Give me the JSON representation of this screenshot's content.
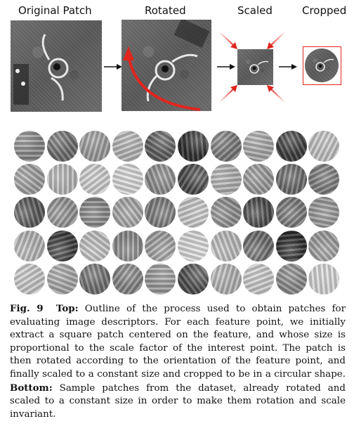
{
  "figure": {
    "stages": [
      {
        "label": "Original Patch"
      },
      {
        "label": "Rotated"
      },
      {
        "label": "Scaled"
      },
      {
        "label": "Cropped"
      }
    ],
    "accent_color": "#e0261e",
    "patch_grid": {
      "rows": 5,
      "cols": 10,
      "tones": [
        [
          "#8a8a8a",
          "#6d6d6d",
          "#9c9c9c",
          "#b5b5b5",
          "#5e5e5e",
          "#2f2f2f",
          "#7a7a7a",
          "#a8a8a8",
          "#3d3d3d",
          "#c4c4c4"
        ],
        [
          "#a0a0a0",
          "#b9b9b9",
          "#cfcfcf",
          "#d9d9d9",
          "#8e8e8e",
          "#4a4a4a",
          "#b0b0b0",
          "#9a9a9a",
          "#6a6a6a",
          "#7d7d7d"
        ],
        [
          "#5a5a5a",
          "#949494",
          "#8a8a8a",
          "#a9a9a9",
          "#7c7c7c",
          "#c9c9c9",
          "#8f8f8f",
          "#4c4c4c",
          "#7a7a7a",
          "#999999"
        ],
        [
          "#b6b6b6",
          "#3e3e3e",
          "#c2c2c2",
          "#8c8c8c",
          "#a1a1a1",
          "#dadada",
          "#bdbdbd",
          "#6c6c6c",
          "#2c2c2c",
          "#9e9e9e"
        ],
        [
          "#c8c8c8",
          "#a7a7a7",
          "#707070",
          "#858585",
          "#9b9b9b",
          "#4f4f4f",
          "#b3b3b3",
          "#cacaca",
          "#8a8a8a",
          "#d6d6d6"
        ]
      ]
    }
  },
  "caption": {
    "fig_label": "Fig. 9",
    "top_label": "Top:",
    "top_text": " Outline of the process used to obtain patches for evaluating image descriptors. For each feature point, we initially extract a square patch centered on the feature, and whose size is proportional to the scale factor of the interest point. The patch is then rotated according to the orientation of the feature point, and finally scaled to a constant size and cropped to be in a circular shape. ",
    "bottom_label": "Bottom:",
    "bottom_text": " Sample patches from the dataset, already rotated and scaled to a constant size in order to make them rotation and scale invariant."
  }
}
